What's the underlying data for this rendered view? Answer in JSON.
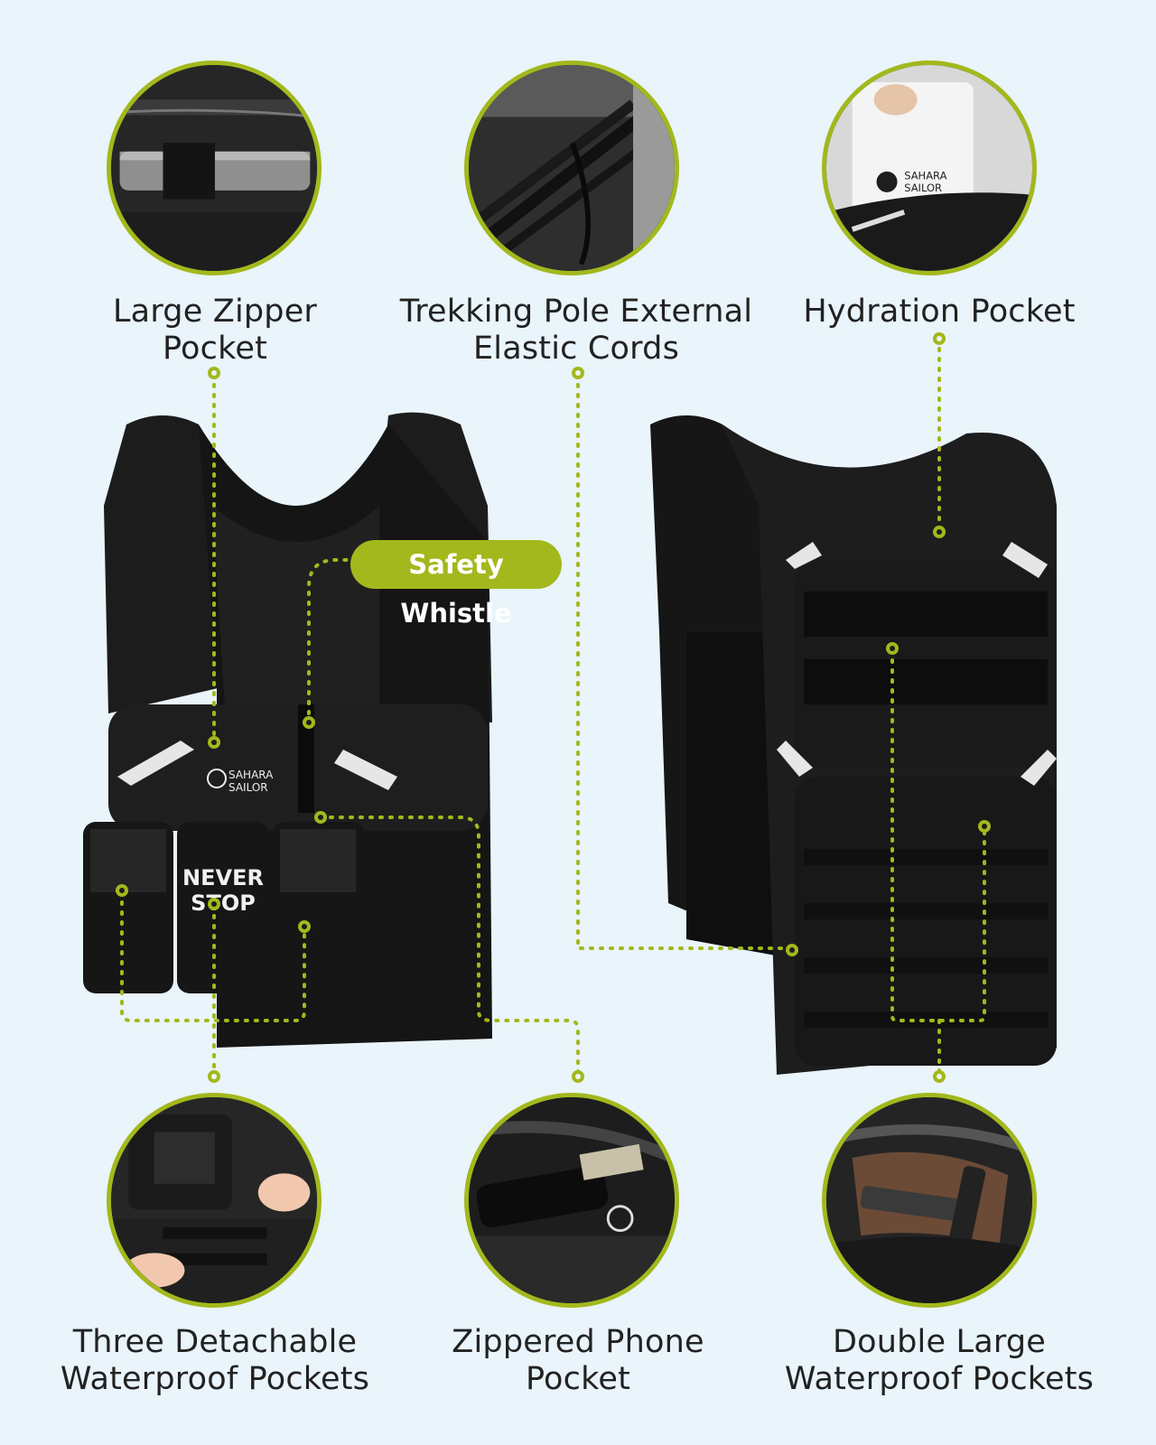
{
  "colors": {
    "accent": "#a3b81c",
    "background": "#e9f4fb",
    "product": "#1b1b1b"
  },
  "features": {
    "large_zipper": "Large Zipper\nPocket",
    "trekking_pole": "Trekking Pole External\nElastic Cords",
    "hydration": "Hydration Pocket",
    "three_detachable": "Three Detachable\nWaterproof Pockets",
    "phone": "Zippered Phone\nPocket",
    "double_large": "Double Large\nWaterproof Pockets"
  },
  "callout": {
    "safety_whistle": "Safety Whistle"
  },
  "branding": {
    "brand_line1": "SAHARA",
    "brand_line2": "SAILOR",
    "patch_line1": "NEVER",
    "patch_line2": "STOP"
  }
}
